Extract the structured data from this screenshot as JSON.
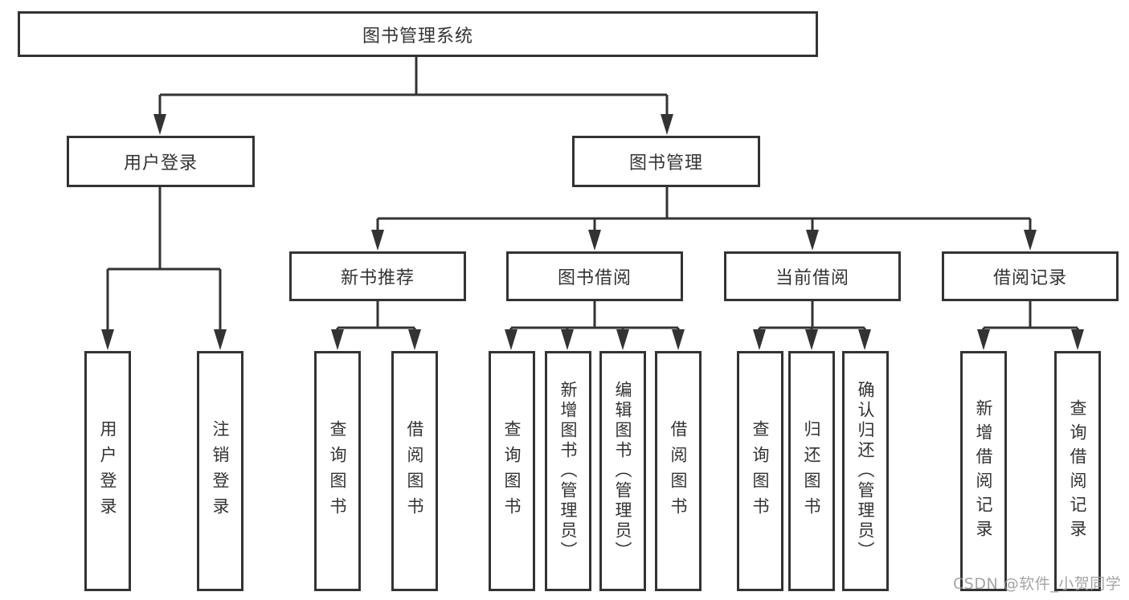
{
  "nodes": {
    "root": "图书管理系统",
    "level2": [
      "用户登录",
      "图书管理"
    ],
    "level3": [
      "新书推荐",
      "图书借阅",
      "当前借阅",
      "借阅记录"
    ],
    "leaves": [
      "用户登录",
      "注销登录",
      "查询图书",
      "借阅图书",
      "查询图书",
      "新增图书（管理员）",
      "编辑图书（管理员）",
      "借阅图书",
      "查询图书",
      "归还图书",
      "确认归还（管理员）",
      "新增借阅记录",
      "查询借阅记录"
    ]
  },
  "watermark": "CSDN @软件_小贺同学",
  "colors": {
    "line": "#333333",
    "text": "#333333",
    "box_background": "#ffffff",
    "watermark": "#9b9b9b",
    "background": "#ffffff"
  }
}
